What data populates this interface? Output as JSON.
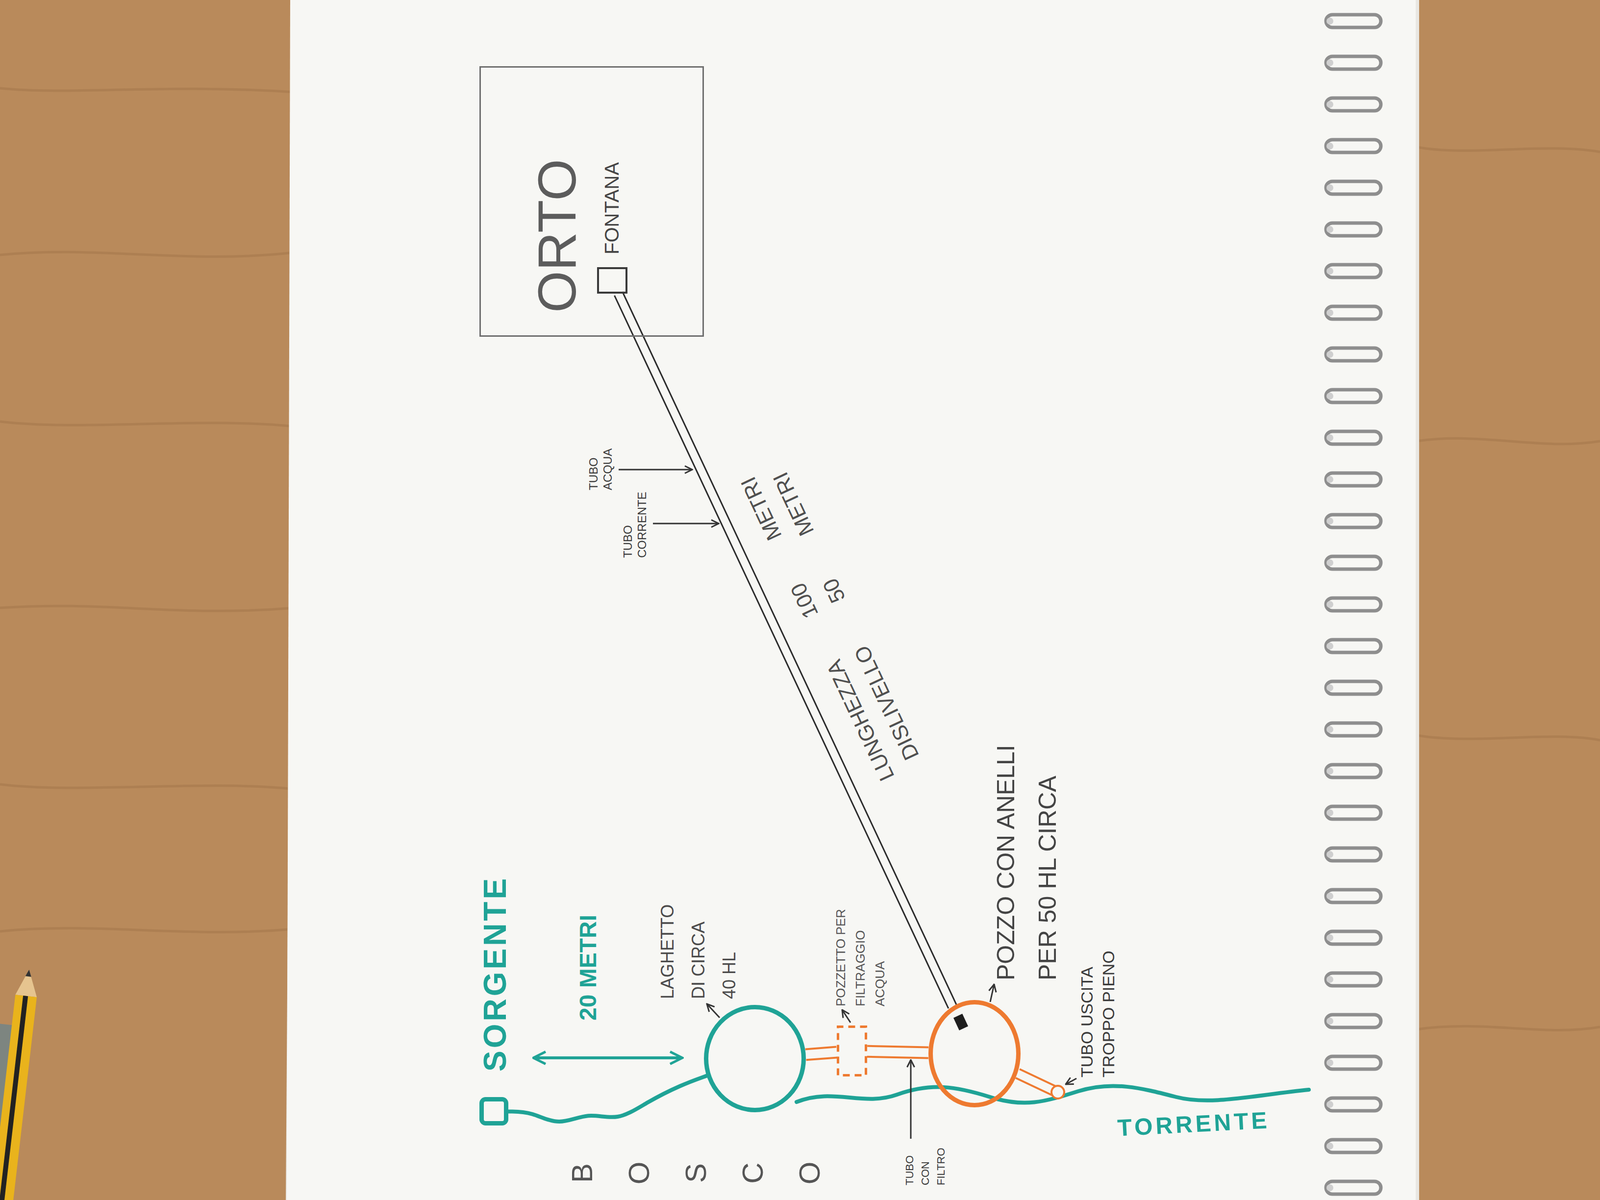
{
  "diagram": {
    "nodes": [
      {
        "text": [
          "ORTO"
        ]
      },
      {
        "text": [
          "FONTANA"
        ],
        "in": 0
      },
      {
        "text": [
          "SORGENTE"
        ]
      },
      {
        "text": [
          "LAGHETTO DI CIRCA 40 HL"
        ]
      },
      {
        "text": [
          "POZZETTO PER FILTRAGGIO ACQUA"
        ]
      },
      {
        "text": [
          "POZZO CON ANELLI PER 50 HL CIRCA"
        ]
      }
    ],
    "edges": [
      {
        "from": 2,
        "to": 3,
        "arrow": "none"
      },
      {
        "from": 3,
        "to": 4,
        "arrow": "none"
      },
      {
        "from": 4,
        "to": 5,
        "arrow": "none"
      },
      {
        "from": 5,
        "to": 1,
        "arrow": "none"
      }
    ],
    "labels": [
      "BOSCO",
      "20 METRI",
      "TUBO ACQUA",
      "TUBO CORRENTE",
      "LUNGHEZZA 100 METRI",
      "DISLIVELLO 50 METRI",
      "TUBO CON FILTRO",
      "TUBO USCITA TROPPO PIENO",
      "TORRENTE"
    ]
  }
}
